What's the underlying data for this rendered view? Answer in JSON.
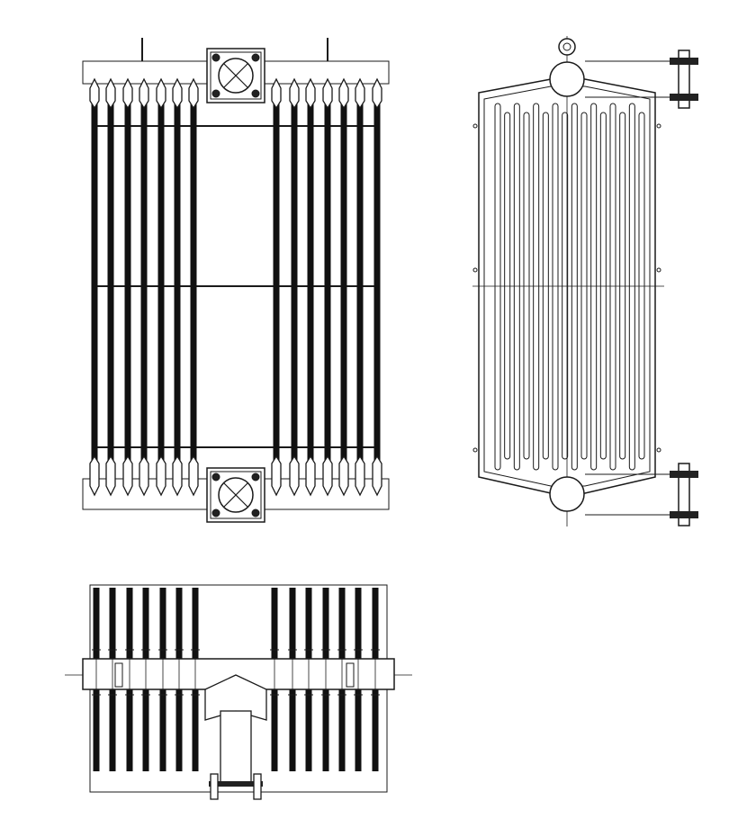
{
  "drawing": {
    "line_color": "#1a1a1a",
    "background": "#ffffff",
    "front_view": {
      "left_tube_count": 7,
      "right_tube_count": 7
    },
    "side_view": {
      "tube_count": 16
    },
    "bottom_view": {
      "left_tube_count": 7,
      "right_tube_count": 7
    }
  }
}
